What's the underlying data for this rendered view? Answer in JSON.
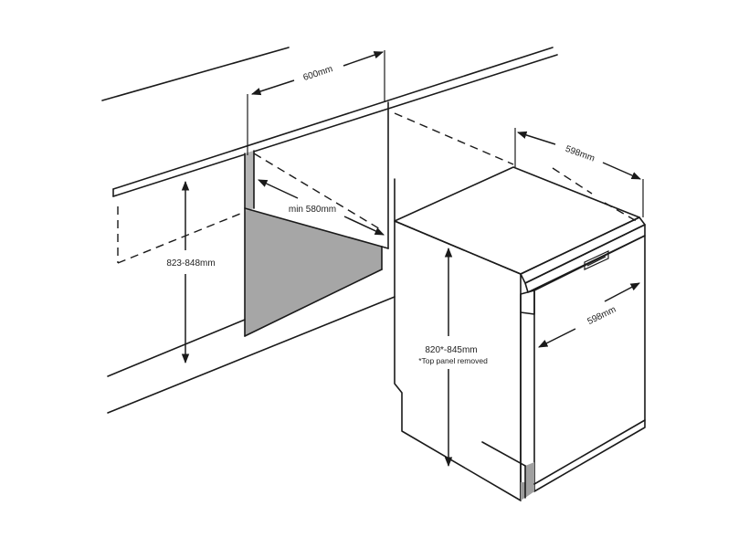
{
  "labels": {
    "niche_width": "600mm",
    "niche_depth": "min 580mm",
    "niche_height": "823-848mm",
    "appliance_depth": "598mm",
    "appliance_width": "598mm",
    "appliance_height": "820*-845mm",
    "appliance_note": "*Top panel removed"
  },
  "colors": {
    "stroke": "#1a1a1a",
    "niche_floor": "#a6a6a6",
    "niche_side": "#b5b5b5",
    "plinth": "#9a9a9a",
    "background": "#ffffff"
  }
}
